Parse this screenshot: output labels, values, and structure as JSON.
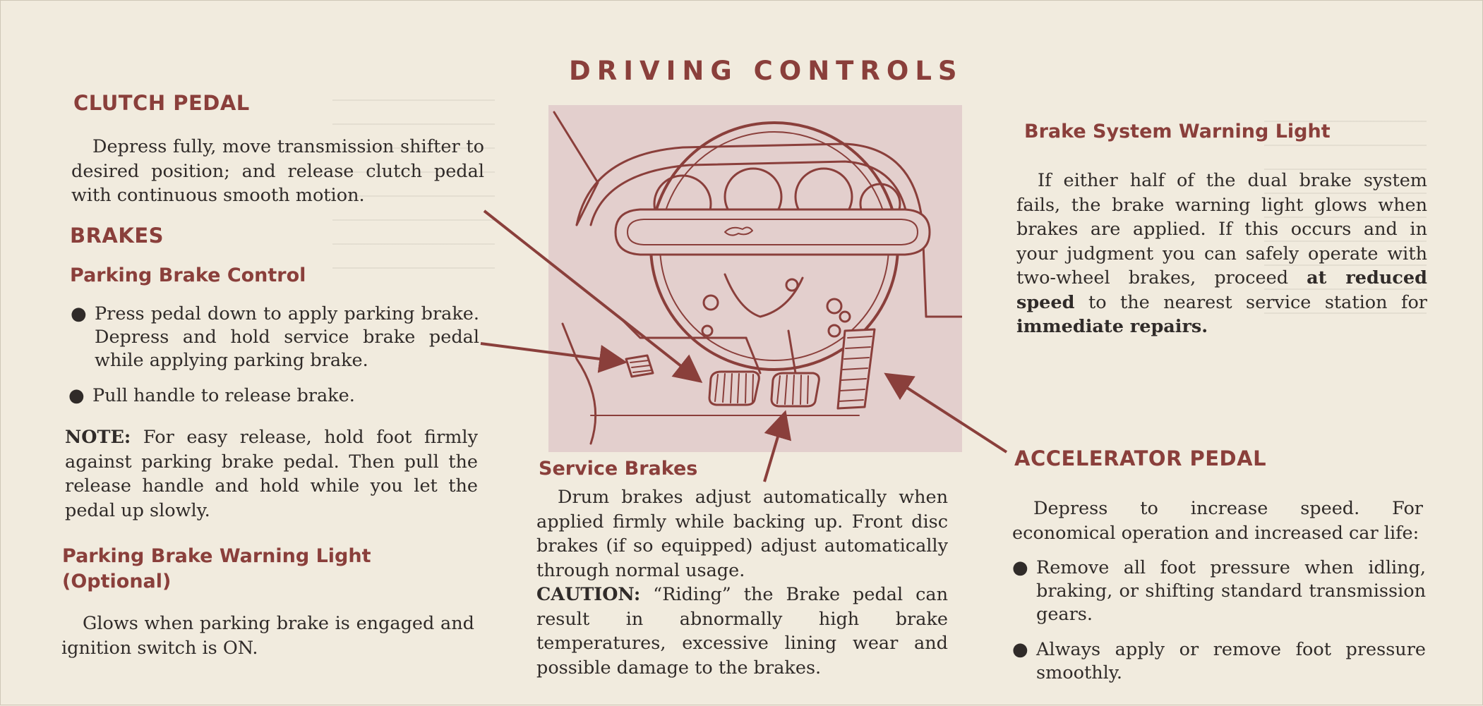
{
  "page_title": "DRIVING CONTROLS",
  "clutch_pedal": {
    "heading": "CLUTCH PEDAL",
    "text": "Depress fully, move transmission shifter to desired position; and release clutch pedal with continuous smooth motion."
  },
  "brakes": {
    "heading": "BRAKES",
    "parking_brake_control": {
      "heading": "Parking Brake Control",
      "bullets": [
        "Press pedal down to apply parking brake. Depress and hold service brake pedal while applying parking brake.",
        "Pull handle to release brake."
      ],
      "note_label": "NOTE:",
      "note_text": " For easy release, hold foot firmly against parking brake pedal. Then pull the release handle and hold while you let the pedal up slowly."
    },
    "parking_brake_warning_light": {
      "heading_line1": "Parking Brake Warning Light",
      "heading_line2": "(Optional)",
      "text": "Glows when parking brake is engaged and ignition switch is ON."
    }
  },
  "service_brakes": {
    "heading": "Service Brakes",
    "text": "Drum brakes adjust automatically when applied firmly while backing up. Front disc brakes (if so equipped) adjust automatically through normal usage.",
    "caution_label": "CAUTION:",
    "caution_text": " “Riding” the Brake pedal can result in abnormally high brake temperatures, excessive lining wear and possible damage to the brakes."
  },
  "brake_system_warning_light": {
    "heading": "Brake System Warning Light",
    "text_before": "If either half of the dual brake system fails, the brake warning light glows when brakes are applied. If this occurs and in your judgment you can safely operate with two-wheel brakes, proceed ",
    "text_bold_1": "at reduced speed",
    "text_middle": " to the nearest service station for ",
    "text_bold_2": "immediate repairs."
  },
  "accelerator_pedal": {
    "heading": "ACCELERATOR PEDAL",
    "text": "Depress to increase speed. For economical operation and increased car life:",
    "bullets": [
      "Remove all foot pressure when idling, braking, or shifting standard transmission gears.",
      "Always apply or remove foot pressure smoothly."
    ]
  },
  "colors": {
    "accent": "#8a3f3b",
    "paper": "#f1ebde",
    "diagram_fill": "#e3cfcd"
  }
}
